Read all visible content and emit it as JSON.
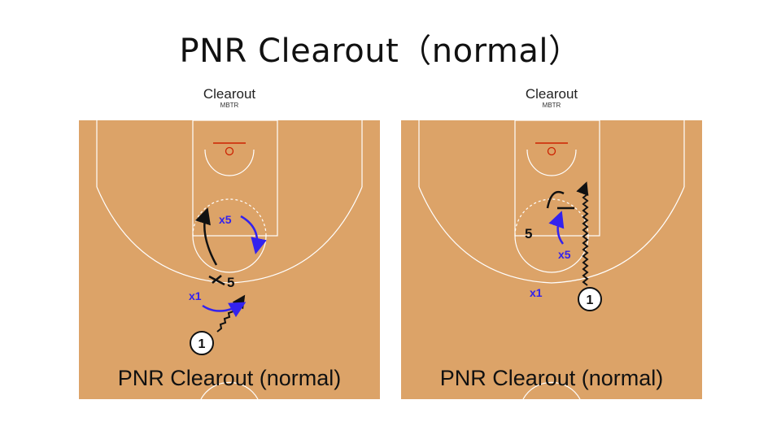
{
  "slide": {
    "title": "PNR Clearout（normal）"
  },
  "panels": [
    {
      "header": "Clearout",
      "subheader": "MBTR",
      "labels": {
        "offense_big": "5",
        "defender_big": "x5",
        "defender_guard": "x1",
        "ball_handler": "1"
      },
      "caption": "PNR Clearout (normal)"
    },
    {
      "header": "Clearout",
      "subheader": "MBTR",
      "labels": {
        "offense_big": "5",
        "defender_big": "x5",
        "defender_guard": "x1",
        "ball_handler": "1"
      },
      "caption": "PNR Clearout (normal)"
    }
  ],
  "colors": {
    "court": "#dca368",
    "lines": "#ffffff",
    "rim": "#cc2200",
    "offense": "#111111",
    "defense": "#3322ee"
  }
}
